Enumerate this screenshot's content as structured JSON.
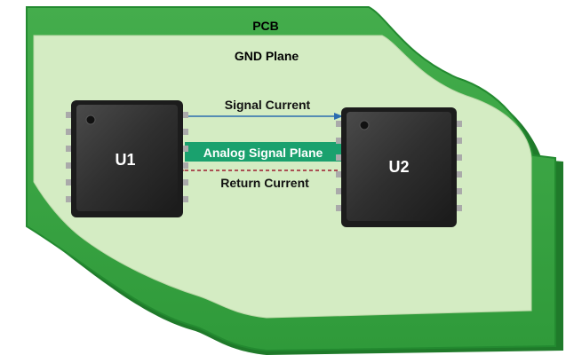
{
  "diagram": {
    "pcb_label": "PCB",
    "gnd_plane_label": "GND Plane",
    "chips": [
      {
        "id": "U1",
        "label": "U1"
      },
      {
        "id": "U2",
        "label": "U2"
      }
    ],
    "signal_current_label": "Signal Current",
    "analog_signal_plane_label": "Analog Signal Plane",
    "return_current_label": "Return Current",
    "colors": {
      "pcb_green": "#3ea645",
      "pcb_dark": "#1f7a2a",
      "gnd_plane": "#d4ecc3",
      "chip_body": "#2e2e2e",
      "chip_top": "#3a3a3a",
      "analog_strip": "#1aa16e",
      "signal_arrow": "#2b6cb0",
      "return_arrow": "#9b1b30"
    }
  }
}
